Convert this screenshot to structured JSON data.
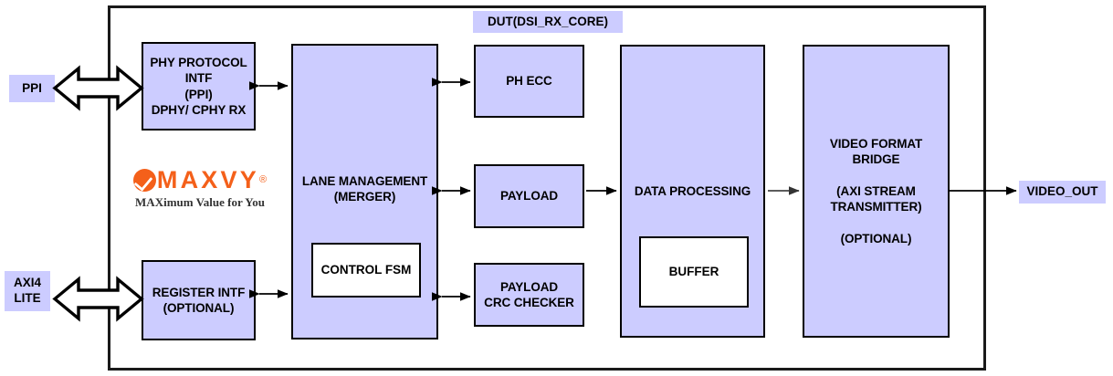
{
  "diagram": {
    "title": "DUT(DSI_RX_CORE)",
    "colors": {
      "block_fill": "#ccccff",
      "block_stroke": "#000000",
      "logo_orange": "#F4601A",
      "background": "#ffffff"
    }
  },
  "ports": {
    "ppi": "PPI",
    "axi4_lite": "AXI4\nLITE",
    "video_out": "VIDEO_OUT"
  },
  "blocks": {
    "phy_protocol_intf": "PHY PROTOCOL\nINTF\n(PPI)\nDPHY/ CPHY RX",
    "lane_management": "LANE MANAGEMENT\n(MERGER)",
    "control_fsm": "CONTROL FSM",
    "register_intf": "REGISTER INTF\n(OPTIONAL)",
    "ph_ecc": "PH ECC",
    "payload": "PAYLOAD",
    "payload_crc_checker": "PAYLOAD\nCRC CHECKER",
    "data_processing": "DATA PROCESSING",
    "buffer": "BUFFER",
    "video_format_bridge": "VIDEO FORMAT\nBRIDGE\n\n(AXI STREAM\nTRANSMITTER)\n\n(OPTIONAL)"
  },
  "logo": {
    "mark": "check-circle-icon",
    "wordmark": "MAXVY",
    "registered": "®",
    "tagline": "MAXimum Value for You"
  }
}
